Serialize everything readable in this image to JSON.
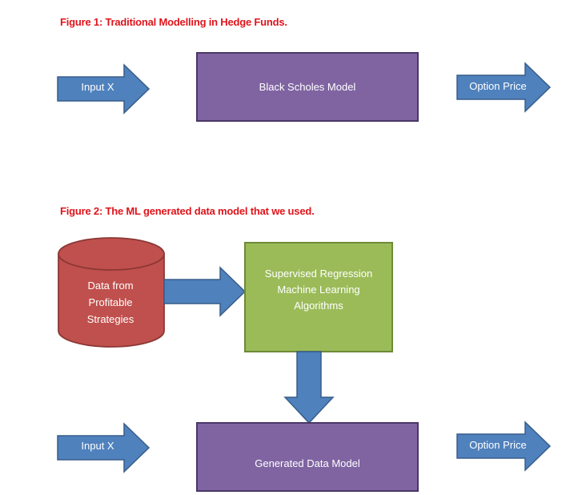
{
  "figure1": {
    "caption": "Figure 1: Traditional Modelling in Hedge Funds.",
    "input_label": "Input X",
    "model_label": "Black Scholes Model",
    "output_label": "Option Price"
  },
  "figure2": {
    "caption": "Figure 2: The ML generated data model that we used.",
    "data_source": {
      "line1": "Data from",
      "line2": "Profitable",
      "line3": "Strategies"
    },
    "ml_box": {
      "line1": "Supervised Regression",
      "line2": "Machine Learning",
      "line3": "Algorithms"
    },
    "input_label": "Input X",
    "model_label": "Generated Data Model",
    "output_label": "Option Price"
  },
  "colors": {
    "caption": "#e0141b",
    "arrow_fill": "#4f81bd",
    "arrow_stroke": "#385d8a",
    "model_fill": "#8064a2",
    "ml_fill": "#9bbb59",
    "database_fill": "#c0504d"
  },
  "icons": {
    "arrows": "block-arrow",
    "data_source": "database-cylinder"
  }
}
